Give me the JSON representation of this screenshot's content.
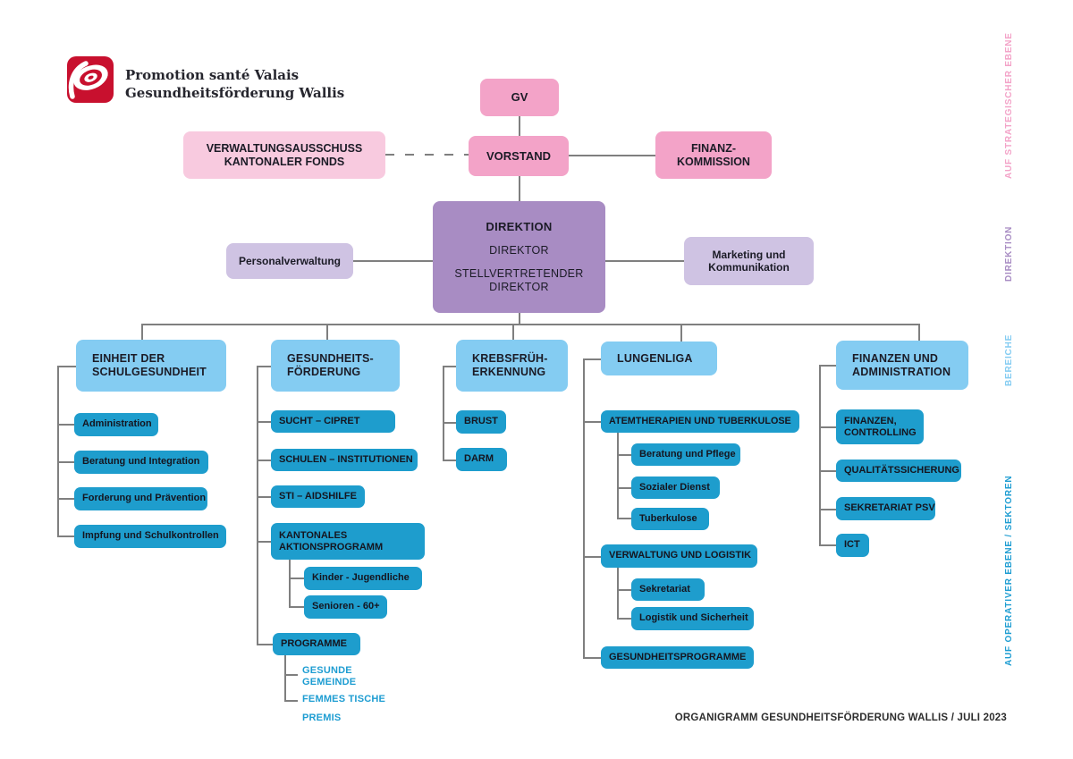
{
  "colors": {
    "pink": "#F3A3C8",
    "pink_light": "#F8CADF",
    "purple": "#A88CC3",
    "lavender": "#CFC3E3",
    "light_blue": "#84CCF2",
    "teal": "#1E9DCD",
    "cyan_text": "#1E9DD2",
    "logo_red": "#C8102E"
  },
  "logo": {
    "name_fr": "Promotion santé Valais",
    "name_de": "Gesundheitsförderung Wallis"
  },
  "strategic_level": {
    "gv": "GV",
    "vorstand": "VORSTAND",
    "verwaltungsausschuss": "VERWALTUNGSAUSSCHUSS KANTONALER FONDS",
    "finanzkommission": "FINANZ-KOMMISSION"
  },
  "direktion_level": {
    "direktion": "DIREKTION",
    "direktor": "DIREKTOR",
    "stellvertreter": "STELLVERTRETENDER DIREKTOR",
    "personalverwaltung": "Personalverwaltung",
    "marketing": "Marketing und Kommunikation"
  },
  "side_labels": {
    "strategic": "AUF STRATEGISCHER EBENE",
    "direktion": "DIREKTION",
    "bereiche": "BEREICHE",
    "operativ": "AUF OPERATIVER EBENE / SEKTOREN"
  },
  "columns": [
    {
      "header": "EINHEIT DER SCHULGESUNDHEIT",
      "items": [
        "Administration",
        "Beratung und Integration",
        "Forderung und Prävention",
        "Impfung und Schulkontrollen"
      ]
    },
    {
      "header": "GESUNDHEITS-FÖRDERUNG",
      "items": [
        "SUCHT – CIPRET",
        "SCHULEN – INSTITUTIONEN",
        "STI – AIDSHILFE",
        "KANTONALES AKTIONSPROGRAMM",
        "PROGRAMME"
      ],
      "aktionsprogramm_children": [
        "Kinder - Jugendliche",
        "Senioren - 60+"
      ],
      "programme_children": [
        "GESUNDE GEMEINDE",
        "FEMMES TISCHE",
        "PREMIS"
      ]
    },
    {
      "header": "KREBSFRÜH-ERKENNUNG",
      "items": [
        "BRUST",
        "DARM"
      ]
    },
    {
      "header": "LUNGENLIGA",
      "items": [
        "ATEMTHERAPIEN UND TUBERKULOSE",
        "VERWALTUNG UND LOGISTIK",
        "GESUNDHEITSPROGRAMME"
      ],
      "atem_children": [
        "Beratung und Pflege",
        "Sozialer Dienst",
        "Tuberkulose"
      ],
      "verwaltung_children": [
        "Sekretariat",
        "Logistik und Sicherheit"
      ]
    },
    {
      "header": "FINANZEN UND ADMINISTRATION",
      "items": [
        "FINANZEN, CONTROLLING",
        "QUALITÄTSSICHERUNG",
        "SEKRETARIAT PSV",
        "ICT"
      ]
    }
  ],
  "footer": "ORGANIGRAMM GESUNDHEITSFÖRDERUNG WALLIS / JULI 2023"
}
